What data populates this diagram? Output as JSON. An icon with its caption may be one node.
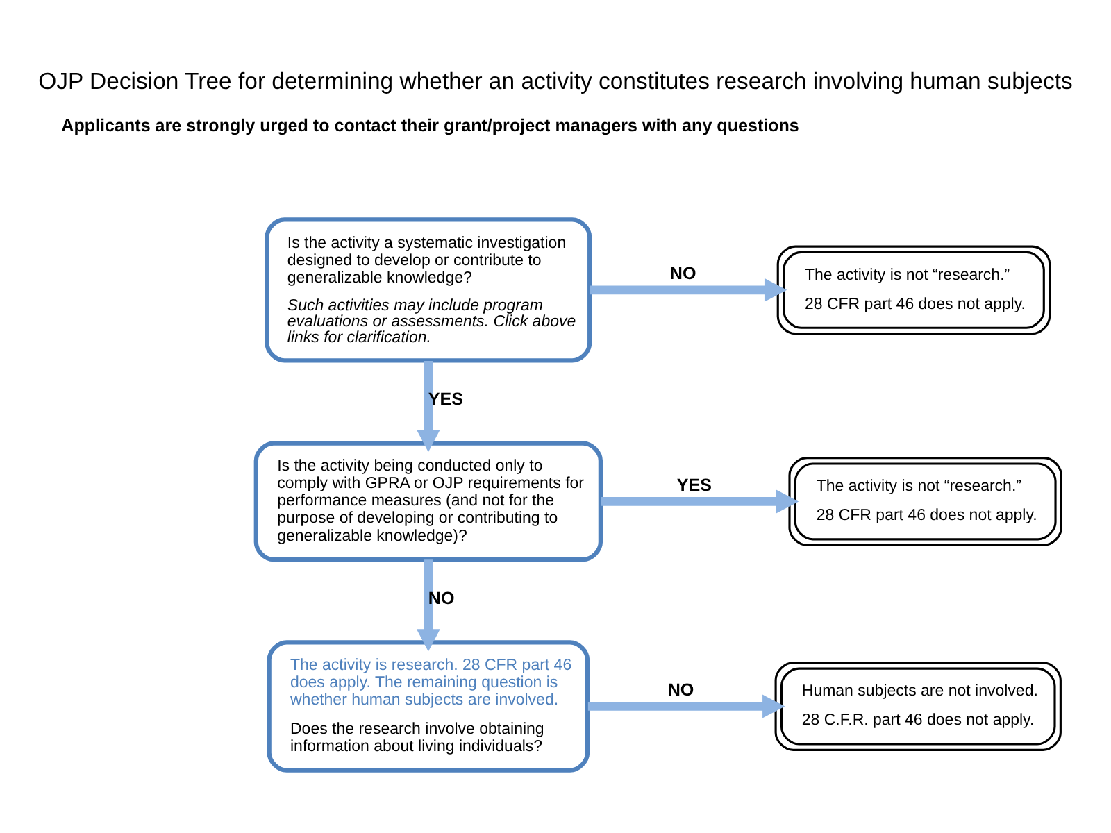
{
  "diagram": {
    "title": "OJP Decision Tree for determining whether an activity constitutes research involving human subjects",
    "nodes": [
      {
        "text": [
          "Is the activity a systematic investigation designed to develop or contribute to generalizable knowledge?",
          "Such activities may include program evaluations or assessments. Click above links for clarification."
        ]
      },
      {
        "text": [
          "The activity is not “research.”",
          "28 CFR part 46 does not apply."
        ]
      },
      {
        "text": [
          "Is the activity being conducted only to comply with GPRA or OJP requirements for performance measures (and not for the purpose of developing or contributing to generalizable knowledge)?"
        ]
      },
      {
        "text": [
          "The activity is not “research.”",
          "28 CFR part 46 does not apply."
        ]
      },
      {
        "text": [
          "The activity is research. 28 CFR part 46 does apply. The remaining question is whether human subjects are involved.",
          "Does the research involve obtaining information about living individuals?"
        ]
      },
      {
        "text": [
          "Human subjects are not involved.",
          "28 C.F.R. part 46 does not apply."
        ]
      }
    ],
    "edges": [
      {
        "from": 0,
        "to": 1,
        "arrow": "to",
        "label": "NO"
      },
      {
        "from": 0,
        "to": 2,
        "arrow": "to",
        "label": "YES"
      },
      {
        "from": 2,
        "to": 3,
        "arrow": "to",
        "label": "YES"
      },
      {
        "from": 2,
        "to": 4,
        "arrow": "to",
        "label": "NO"
      },
      {
        "from": 4,
        "to": 5,
        "arrow": "to",
        "label": "NO"
      }
    ],
    "labels": [
      "Applicants are strongly urged to contact their grant/project managers with any questions"
    ]
  }
}
